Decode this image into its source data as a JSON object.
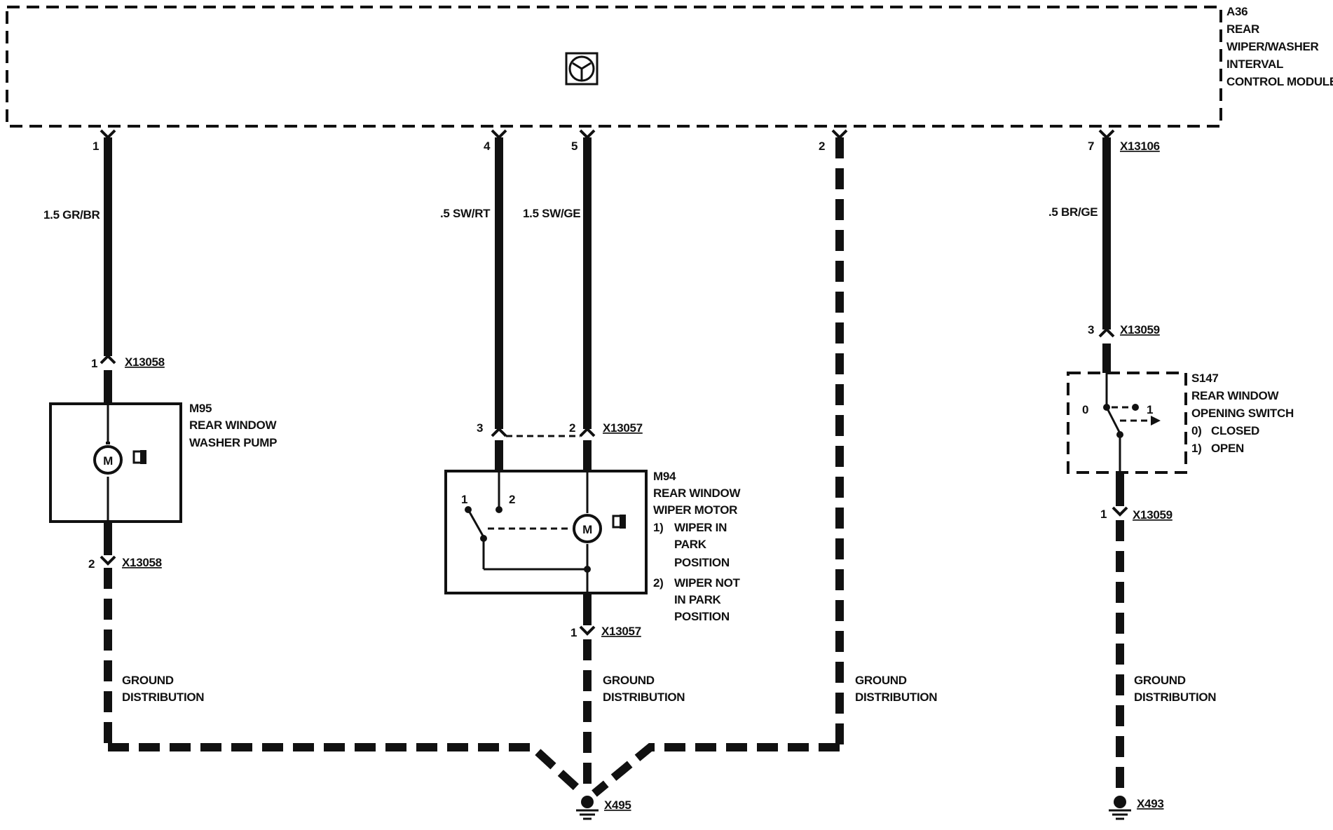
{
  "module": {
    "id": "A36",
    "name_lines": [
      "REAR",
      "WIPER/WASHER",
      "INTERVAL",
      "CONTROL MODULE"
    ]
  },
  "pins": {
    "p1": "1",
    "p4": "4",
    "p5": "5",
    "p2": "2",
    "p7": "7",
    "conn_a36": "X13106",
    "pump_top": "1",
    "pump_bottom": "2",
    "motor_left": "3",
    "motor_right": "2",
    "motor_bottom": "1",
    "sw_top": "3",
    "sw_bottom": "1"
  },
  "wires": {
    "w1": "1.5 GR/BR",
    "w4": ".5 SW/RT",
    "w5": "1.5 SW/GE",
    "w7": ".5 BR/GE"
  },
  "connectors": {
    "pump_top": "X13058",
    "pump_bottom": "X13058",
    "motor_top": "X13057",
    "motor_bottom": "X13057",
    "switch_top": "X13059",
    "switch_bottom": "X13059"
  },
  "pump": {
    "id": "M95",
    "name_lines": [
      "REAR WINDOW",
      "WASHER PUMP"
    ],
    "motor_letter": "M"
  },
  "motor": {
    "id": "M94",
    "name_lines": [
      "REAR WINDOW",
      "WIPER MOTOR"
    ],
    "contact_1": "1",
    "contact_2": "2",
    "motor_letter": "M",
    "notes": [
      {
        "num": "1)",
        "lines": [
          "WIPER IN",
          "PARK",
          "POSITION"
        ]
      },
      {
        "num": "2)",
        "lines": [
          "WIPER NOT",
          "IN PARK",
          "POSITION"
        ]
      }
    ]
  },
  "switch": {
    "id": "S147",
    "name_lines": [
      "REAR WINDOW",
      "OPENING SWITCH"
    ],
    "pos_0": "0",
    "pos_1": "1",
    "states": [
      {
        "num": "0)",
        "label": "CLOSED"
      },
      {
        "num": "1)",
        "label": "OPEN"
      }
    ]
  },
  "ground_labels": [
    [
      "GROUND",
      "DISTRIBUTION"
    ],
    [
      "GROUND",
      "DISTRIBUTION"
    ],
    [
      "GROUND",
      "DISTRIBUTION"
    ],
    [
      "GROUND",
      "DISTRIBUTION"
    ]
  ],
  "grounds": {
    "left": "X495",
    "right": "X493"
  }
}
